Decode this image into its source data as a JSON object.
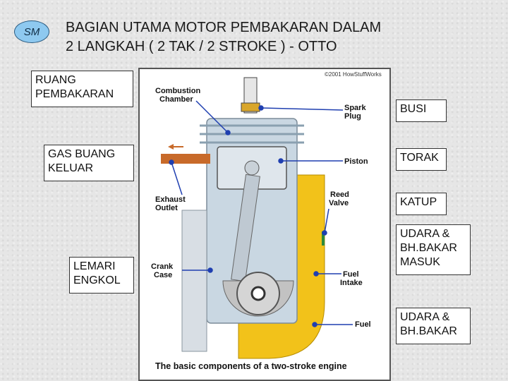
{
  "logo": {
    "text": "SM"
  },
  "title": {
    "line1": "BAGIAN UTAMA MOTOR PEMBAKARAN DALAM",
    "line2": "2 LANGKAH ( 2 TAK / 2 STROKE ) - OTTO"
  },
  "figure": {
    "copyright": "©2001 HowStuffWorks",
    "caption": "The basic components of a two-stroke engine",
    "labels": {
      "combustion_1": "Combustion",
      "combustion_2": "Chamber",
      "spark_1": "Spark",
      "spark_2": "Plug",
      "piston": "Piston",
      "exhaust_1": "Exhaust",
      "exhaust_2": "Outlet",
      "reed_1": "Reed",
      "reed_2": "Valve",
      "crank_1": "Crank",
      "crank_2": "Case",
      "fuelintake_1": "Fuel",
      "fuelintake_2": "Intake",
      "fuel": "Fuel"
    }
  },
  "callouts": {
    "ruang": [
      "RUANG",
      "PEMBAKARAN"
    ],
    "gas": [
      "GAS BUANG",
      "KELUAR"
    ],
    "lemari": [
      "LEMARI",
      "ENGKOL"
    ],
    "busi": [
      "BUSI"
    ],
    "torak": [
      "TORAK"
    ],
    "katup": [
      "KATUP"
    ],
    "udara_masuk": [
      "UDARA &",
      "BH.BAKAR",
      "MASUK"
    ],
    "udara": [
      "UDARA &",
      "BH.BAKAR"
    ]
  },
  "colors": {
    "fuel_yellow": "#f2c21a",
    "pointer_blue": "#1f3fb0",
    "exhaust_arrow": "#c86a2a"
  }
}
